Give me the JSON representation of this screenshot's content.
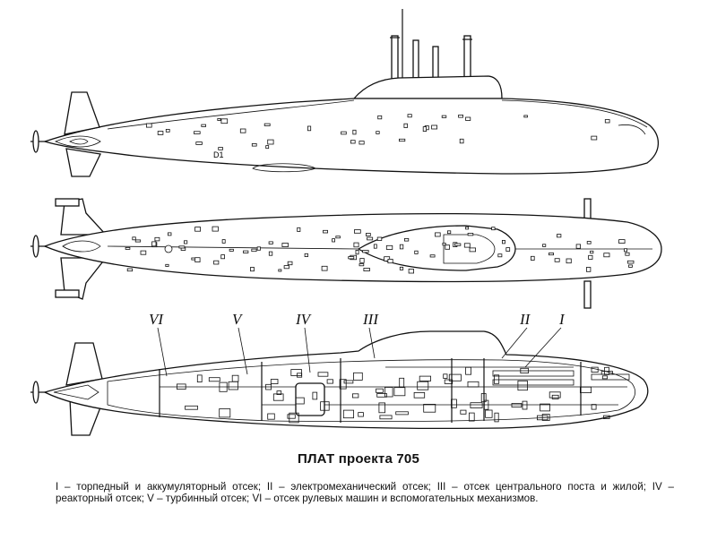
{
  "compartments": {
    "I": "I",
    "II": "II",
    "III": "III",
    "IV": "IV",
    "V": "V",
    "VI": "VI"
  },
  "hull_marking": "D1",
  "caption": {
    "title": "ПЛАТ проекта 705",
    "legend": "I – торпедный и аккумуляторный отсек; II – электромеханический отсек; III – отсек центрального поста и жилой; IV – реакторный отсек; V – турбинный отсек; VI – отсек рулевых машин и вспомогательных механизмов."
  }
}
